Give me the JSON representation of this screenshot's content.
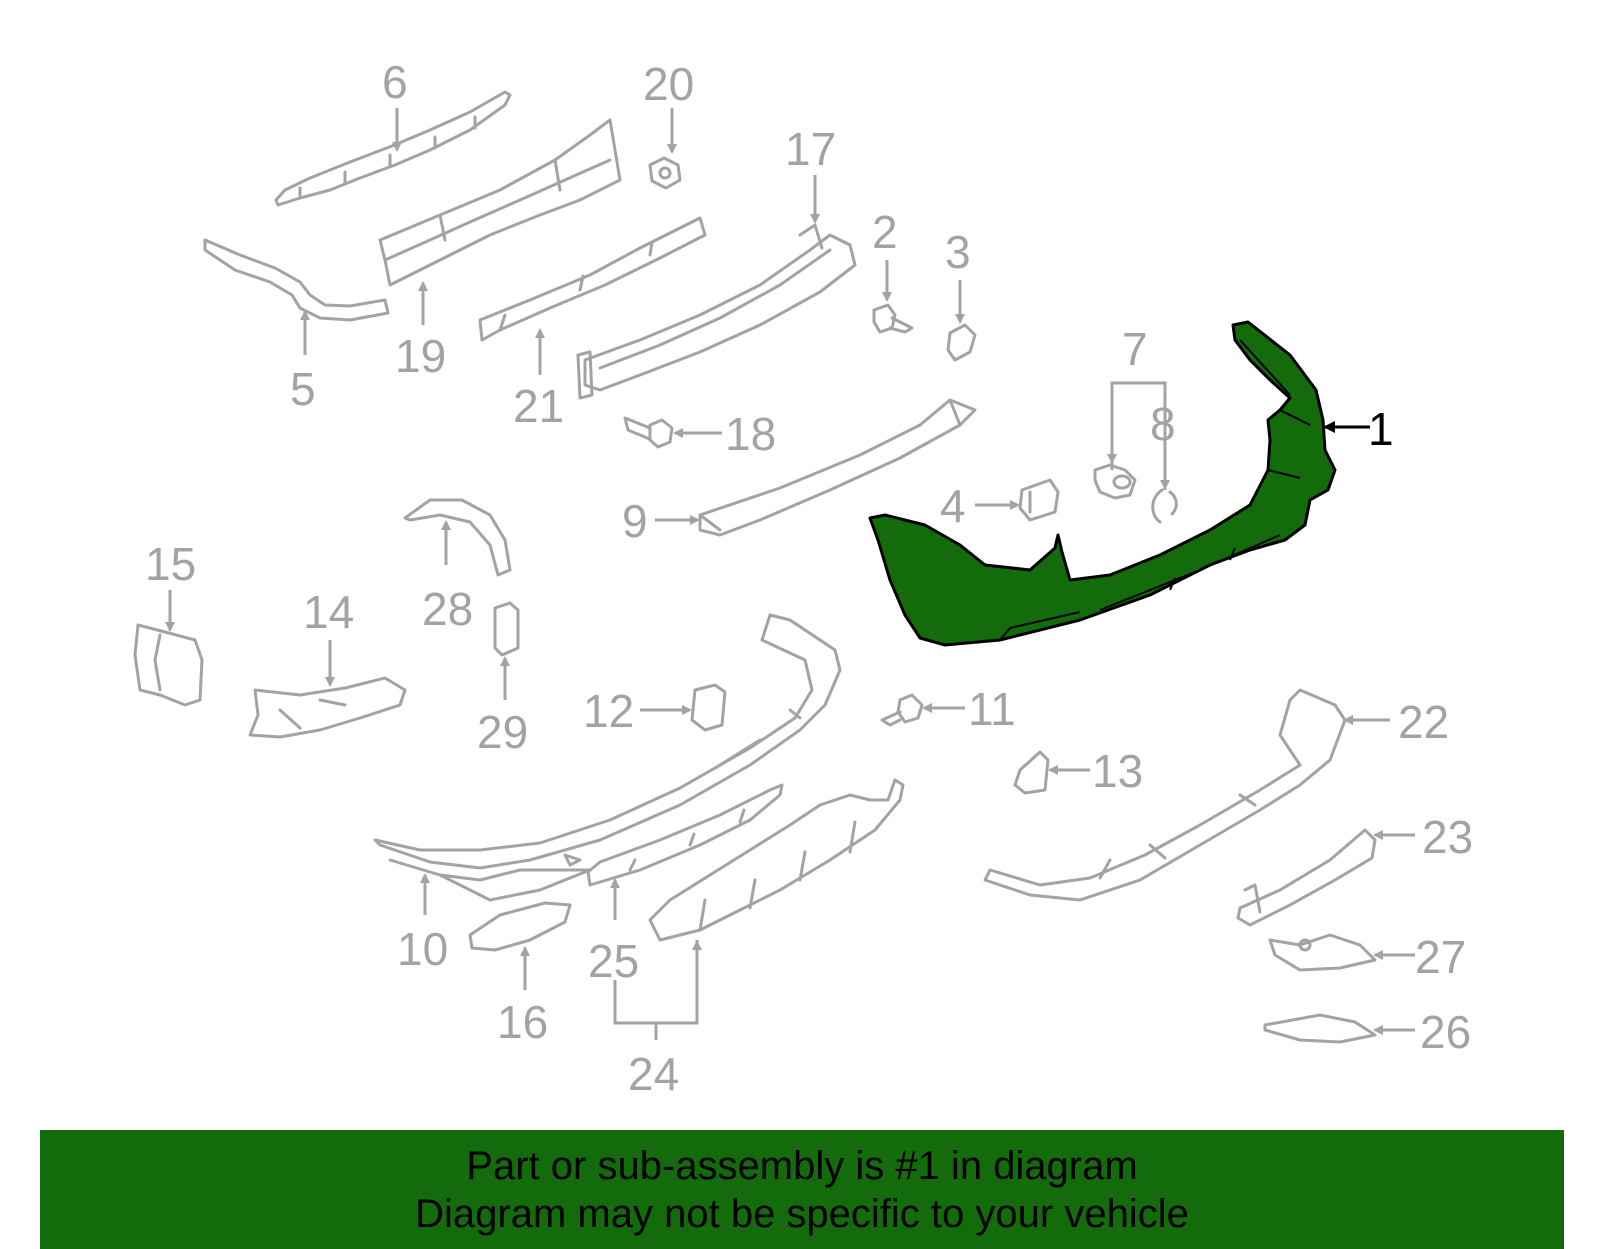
{
  "diagram": {
    "highlight_color": "#146b0c",
    "callouts": [
      "1",
      "2",
      "3",
      "4",
      "5",
      "6",
      "7",
      "8",
      "9",
      "10",
      "11",
      "12",
      "13",
      "14",
      "15",
      "16",
      "17",
      "18",
      "19",
      "20",
      "21",
      "22",
      "23",
      "24",
      "25",
      "26",
      "27",
      "28",
      "29"
    ],
    "highlighted_callout": "1"
  },
  "banner": {
    "line1": "Part or sub-assembly is #1 in diagram",
    "line2": "Diagram may not be specific to your vehicle",
    "background": "#146b0c"
  }
}
